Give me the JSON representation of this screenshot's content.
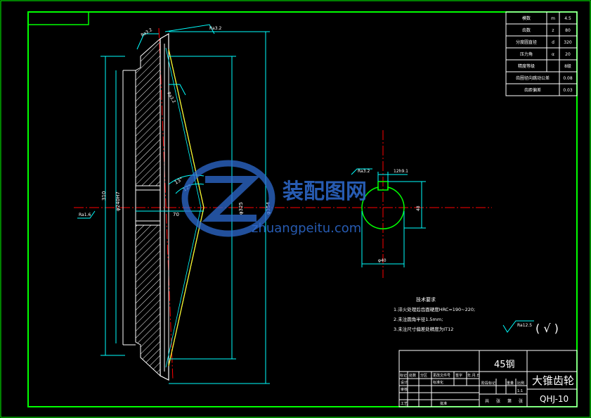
{
  "params": [
    {
      "name": "模数",
      "sym": "m",
      "val": "4.5"
    },
    {
      "name": "齿数",
      "sym": "z",
      "val": "80"
    },
    {
      "name": "分度圆直径",
      "sym": "d",
      "val": "320"
    },
    {
      "name": "压力角",
      "sym": "α",
      "val": "20"
    },
    {
      "name": "精度等级",
      "sym": "",
      "val": "8级"
    },
    {
      "name": "齿圈径向跳动公差",
      "sym": "",
      "val": "0.08"
    },
    {
      "name": "齿距偏差",
      "sym": "",
      "val": "0.03"
    }
  ],
  "roughness": {
    "r1": "Ra3.2",
    "r2": "Ra3.2",
    "r3": "Ra1.6",
    "r4": "Ra3.2",
    "r5": "Ra12.5"
  },
  "dims": {
    "d310": "310",
    "dphi": "φ240H7",
    "d325": "φ325",
    "d354": "φ354",
    "d70": "70",
    "key_w": "12h9.1",
    "key_h": "48",
    "key_d": "φ40",
    "a1": "13°",
    "a2": "12°"
  },
  "notes": {
    "title": "技术要求",
    "lines": [
      "1.淬火处理后齿面硬度HRC=190~220;",
      "2.未注圆角半径1.5mm;",
      "3.未注尺寸偏差处精度为IT12"
    ]
  },
  "other_roughness": "( √ )",
  "title_block": {
    "material": "45钢",
    "part_name": "大锥齿轮",
    "drawing_no": "QHJ-10",
    "scale": "1:1",
    "hdr_labels": [
      "标记",
      "处数",
      "分区",
      "更改文件号",
      "签字",
      "年.月.日"
    ],
    "rows": [
      "设计",
      "审核",
      "工艺"
    ],
    "std": "标准化",
    "approve": "批准",
    "stage": "阶段标记",
    "weight": "重量",
    "ratio": "比例",
    "sheets": [
      "共",
      "张",
      "第",
      "张"
    ]
  },
  "watermark": {
    "cn": "装配图网",
    "en": "zhuangpeitu.com"
  }
}
